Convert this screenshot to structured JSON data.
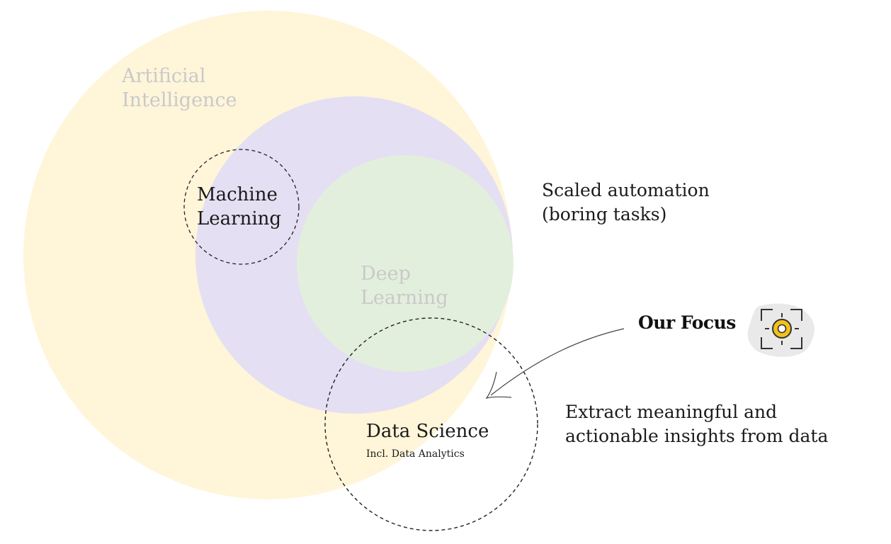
{
  "colors": {
    "ai_fill": "#fff5d9",
    "ml_fill": "#e4dff2",
    "dl_fill": "#e3efdd",
    "dashed_stroke": "#222222",
    "focus_icon_fill": "#f2c21b",
    "focus_blob": "#e9e9e9"
  },
  "labels": {
    "ai": [
      "Artificial",
      "Intelligence"
    ],
    "ml": [
      "Machine",
      "Learning"
    ],
    "dl": [
      "Deep",
      "Learning"
    ],
    "ds": "Data Science",
    "ds_sub": "Incl. Data Analytics"
  },
  "notes": {
    "automation": [
      "Scaled automation",
      "(boring tasks)"
    ],
    "insights": [
      "Extract meaningful and",
      "actionable insights from data"
    ]
  },
  "focus": {
    "label": "Our Focus",
    "icon": "focus-target-icon"
  }
}
